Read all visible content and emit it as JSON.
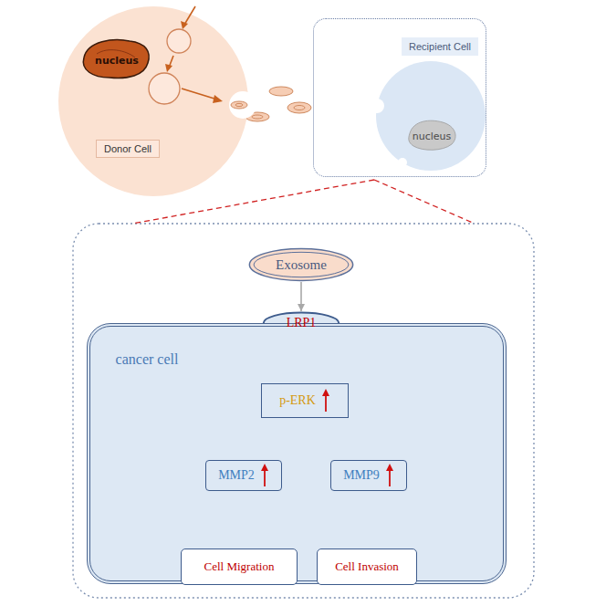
{
  "diagram": {
    "nodes": [
      {
        "text": [
          "nucleus",
          "Donor Cell"
        ]
      },
      {
        "text": [
          "Recipient Cell"
        ]
      },
      {
        "text": [
          "nucleus"
        ],
        "in": 1
      },
      {
        "text": [
          "Exosome"
        ]
      },
      {
        "text": [
          "LRP1"
        ]
      },
      {
        "text": [
          "cancer cell"
        ]
      },
      {
        "text": [
          "p-ERK"
        ],
        "in": 5
      },
      {
        "text": [
          "MMP2"
        ],
        "in": 5
      },
      {
        "text": [
          "MMP9"
        ],
        "in": 5
      },
      {
        "text": [
          "Cell Migration"
        ]
      },
      {
        "text": [
          "Cell Invasion"
        ]
      }
    ],
    "edges": [
      {
        "from": 3,
        "to": 4,
        "arrow": "to"
      },
      {
        "from": 4,
        "to": 6,
        "arrow": "to"
      },
      {
        "from": 6,
        "to": 7,
        "arrow": "to"
      },
      {
        "from": 6,
        "to": 8,
        "arrow": "to"
      },
      {
        "from": 7,
        "to": 9,
        "arrow": "to"
      },
      {
        "from": 7,
        "to": 10,
        "arrow": "to"
      },
      {
        "from": 8,
        "to": 9,
        "arrow": "to"
      },
      {
        "from": 8,
        "to": 10,
        "arrow": "to"
      }
    ]
  }
}
